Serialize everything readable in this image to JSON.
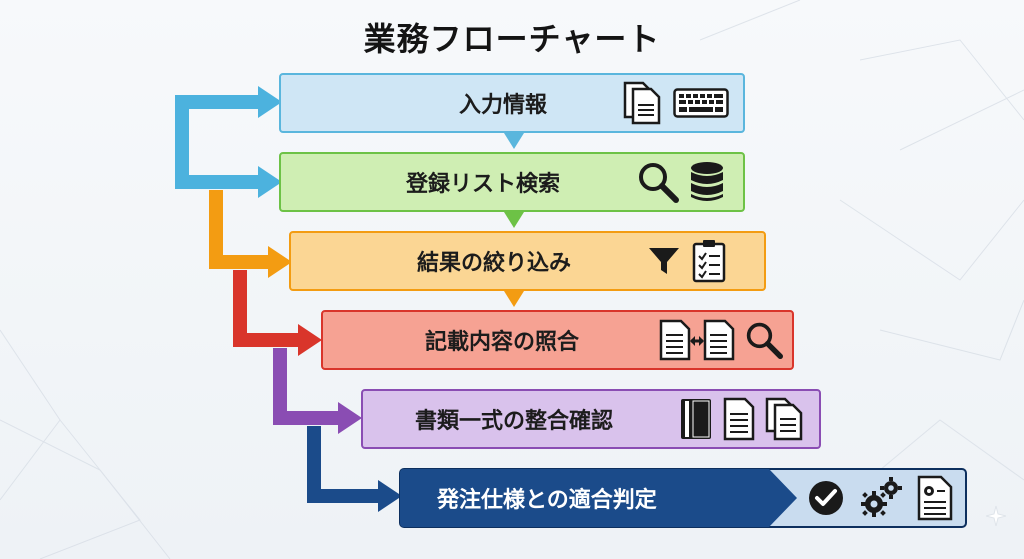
{
  "title": "業務フローチャート",
  "steps": [
    {
      "label": "入力情報",
      "icons": [
        "document-icon",
        "keyboard-icon"
      ]
    },
    {
      "label": "登録リスト検索",
      "icons": [
        "magnifier-icon",
        "database-icon"
      ]
    },
    {
      "label": "結果の絞り込み",
      "icons": [
        "filter-icon",
        "checklist-icon"
      ]
    },
    {
      "label": "記載内容の照合",
      "icons": [
        "compare-documents-icon",
        "magnifier-icon"
      ]
    },
    {
      "label": "書類一式の整合確認",
      "icons": [
        "binder-icon",
        "document-icon",
        "documents-stack-icon"
      ]
    },
    {
      "label": "発注仕様との適合判定",
      "icons": [
        "check-circle-icon",
        "gears-icon",
        "spec-document-icon"
      ]
    }
  ],
  "colors": {
    "step1": "#cfe6f5",
    "step1_border": "#5ab6dd",
    "step2": "#cfeeb3",
    "step2_border": "#6dc246",
    "step3": "#fbd694",
    "step3_border": "#f39c12",
    "step4": "#f6a293",
    "step4_border": "#d9352b",
    "step5": "#d9c2ec",
    "step5_border": "#8a4db3",
    "step6": "#1b4b8a",
    "step6_border": "#0d2f5e"
  }
}
